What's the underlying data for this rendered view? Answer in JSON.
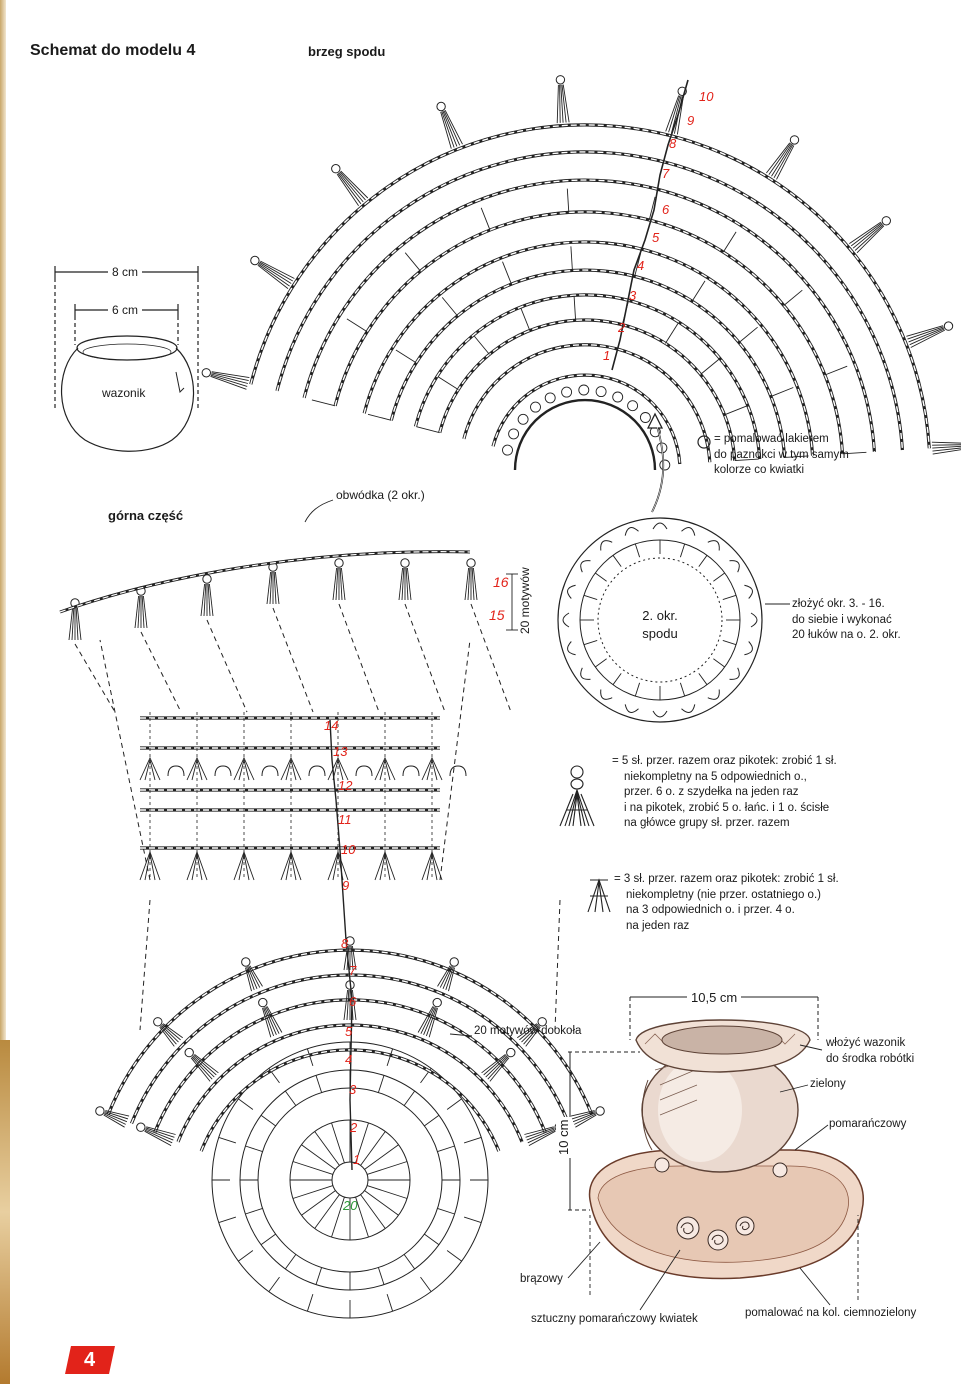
{
  "title": "Schemat do modelu 4",
  "section_labels": {
    "bottom_edge": "brzeg spodu",
    "top_part": "górna część",
    "border": "obwódka (2 okr.)"
  },
  "vase": {
    "width_outer": "8 cm",
    "width_inner": "6 cm",
    "name": "wazonik"
  },
  "bottom_chart_rows": [
    "1",
    "2",
    "3",
    "4",
    "5",
    "6",
    "7",
    "8",
    "9",
    "10"
  ],
  "top_chart_rows_lower": [
    "1",
    "2",
    "3",
    "4",
    "5",
    "6",
    "7",
    "8",
    "9",
    "10",
    "11",
    "12",
    "13",
    "14"
  ],
  "top_chart_rows_upper": [
    "15",
    "16"
  ],
  "top_start_number": "20",
  "motif_note_side": "20 motywów",
  "motif_note_round": "20 motywów dookoła",
  "center_disc": {
    "line1": "2. okr.",
    "line2": "spodu"
  },
  "fold_note": [
    "złożyć okr. 3. - 16.",
    "do siebie i wykonać",
    "20 łuków na o. 2. okr."
  ],
  "varnish_note": [
    "= pomalować lakierem",
    "do paznokci w tym samym",
    "kolorze co kwiatki"
  ],
  "legend": {
    "five": [
      "= 5 sł. przer. razem oraz pikotek: zrobić 1 sł.",
      "niekompletny na 5 odpowiednich o.,",
      "przer. 6 o. z szydełka na jeden raz",
      "i na pikotek, zrobić 5 o. łańc. i 1 o. ścisłe",
      "na główce grupy sł. przer. razem"
    ],
    "three": [
      "= 3 sł. przer. razem oraz pikotek: zrobić 1 sł.",
      "niekompletny (nie przer. ostatniego o.)",
      "na 3 odpowiednich o. i przer. 4 o.",
      "na jeden raz"
    ]
  },
  "photo": {
    "width": "10,5 cm",
    "height": "10 cm",
    "insert_note": [
      "włożyć wazonik",
      "do środka robótki"
    ],
    "green": "zielony",
    "orange": "pomarańczowy",
    "brown": "brązowy",
    "flower": "sztuczny pomarańczowy kwiatek",
    "paint": "pomalować na kol. ciemnozielony"
  },
  "page_number": "4",
  "colors": {
    "accent_red": "#e2231a",
    "accent_green": "#2f9a3a",
    "ink": "#1a1a1a"
  }
}
